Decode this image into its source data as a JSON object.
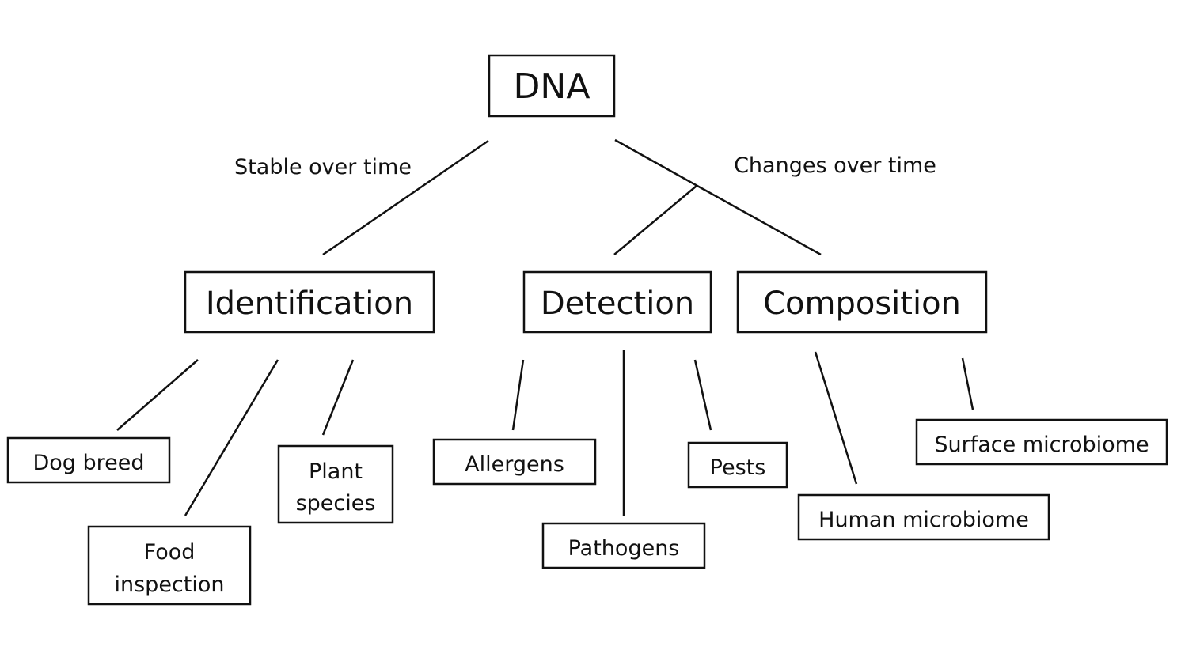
{
  "root": {
    "label": "DNA"
  },
  "branches": {
    "stable": "Stable over time",
    "changes": "Changes over time"
  },
  "categories": {
    "identification": "Identification",
    "detection": "Detection",
    "composition": "Composition"
  },
  "leaves": {
    "dog_breed": "Dog breed",
    "food_inspection": [
      "Food",
      "inspection"
    ],
    "plant_species": [
      "Plant",
      "species"
    ],
    "allergens": "Allergens",
    "pathogens": "Pathogens",
    "pests": "Pests",
    "human_microbiome": "Human microbiome",
    "surface_microbiome": "Surface microbiome"
  }
}
